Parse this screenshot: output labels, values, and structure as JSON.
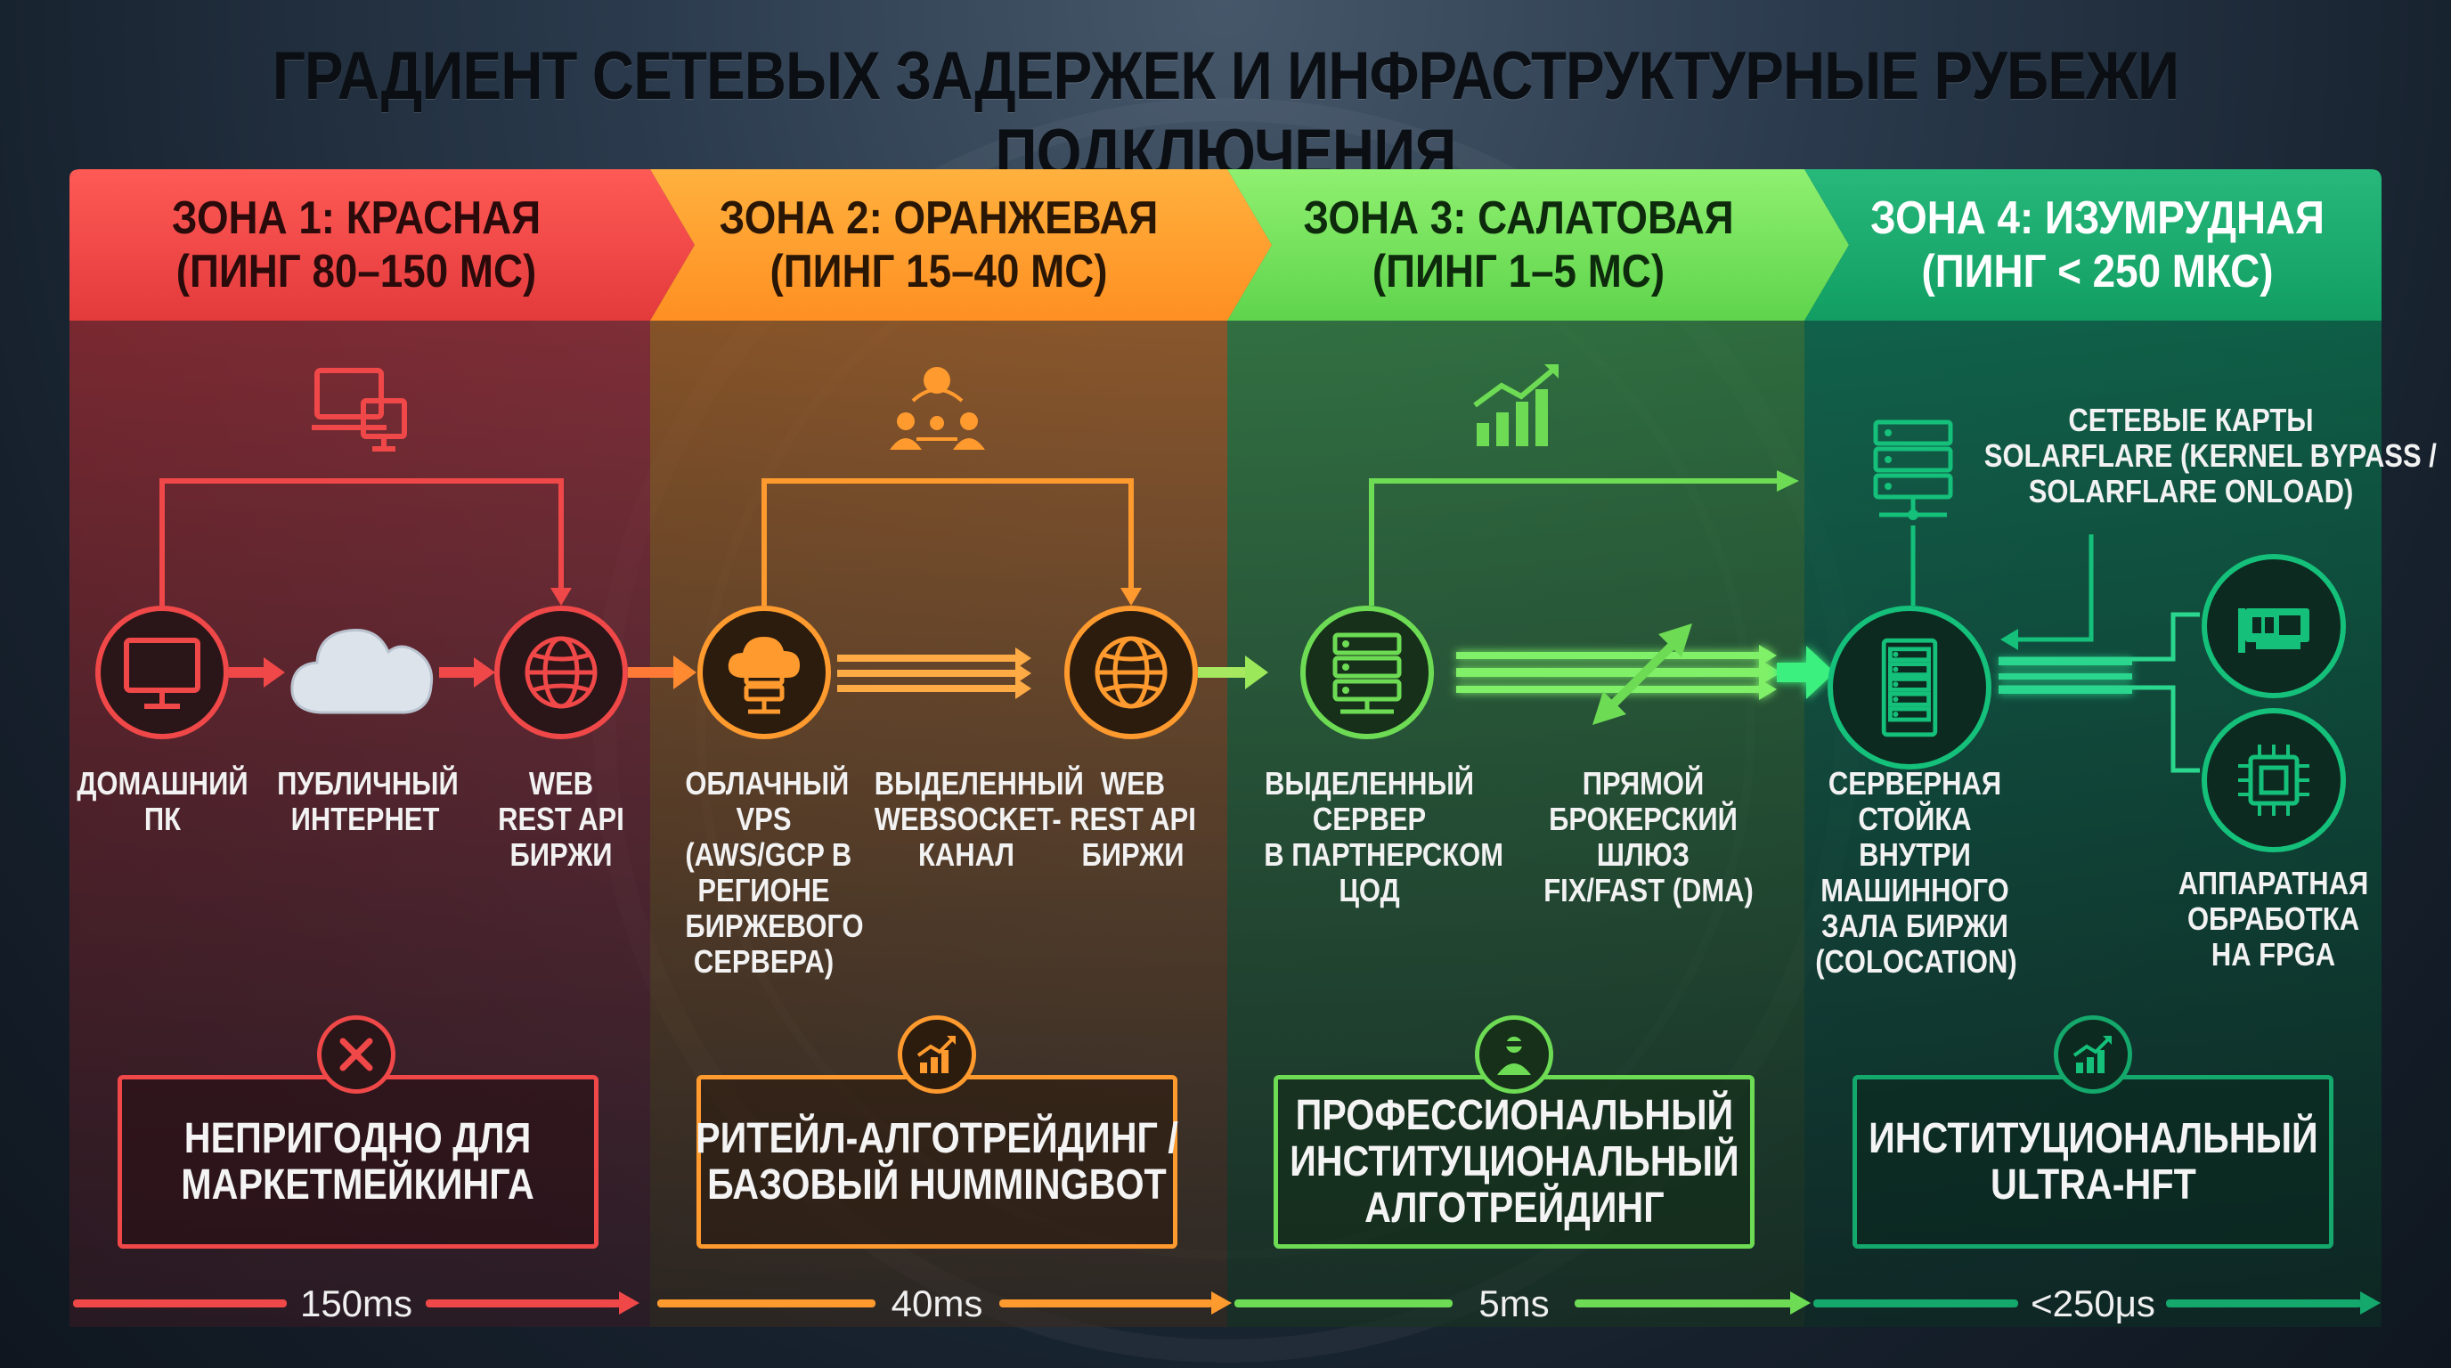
{
  "title": "ГРАДИЕНТ СЕТЕВЫХ ЗАДЕРЖЕК И ИНФРАСТРУКТУРНЫЕ РУБЕЖИ ПОДКЛЮЧЕНИЯ",
  "colors": {
    "red": "#f04848",
    "orange": "#ff9a2e",
    "lime": "#6ddc54",
    "emerald": "#14a86c"
  },
  "zones": [
    {
      "id": "zone-1",
      "title_line1": "ЗОНА 1: КРАСНАЯ",
      "title_line2": "(ПИНГ 80–150 МС)",
      "top_icon": "monitor-devices-icon",
      "nodes": [
        {
          "icon": "desktop-monitor-icon",
          "label_lines": [
            "ДОМАШНИЙ",
            "ПК"
          ]
        },
        {
          "icon": "cloud-icon",
          "label_lines": [
            "ПУБЛИЧНЫЙ",
            "ИНТЕРНЕТ"
          ]
        },
        {
          "icon": "globe-icon",
          "label_lines": [
            "WEB",
            "REST API",
            "БИРЖИ"
          ]
        }
      ],
      "badge_icon": "x-mark-icon",
      "verdict_lines": [
        "НЕПРИГОДНО ДЛЯ",
        "МАРКЕТМЕЙКИНГА"
      ],
      "scale_label": "150ms"
    },
    {
      "id": "zone-2",
      "title_line1": "ЗОНА 2: ОРАНЖЕВАЯ",
      "title_line2": "(ПИНГ 15–40 МС)",
      "top_icon": "team-network-icon",
      "nodes": [
        {
          "icon": "cloud-server-icon",
          "label_lines": [
            "ОБЛАЧНЫЙ",
            "VPS",
            "(AWS/GCP В",
            "РЕГИОНЕ",
            "БИРЖЕВОГО",
            "СЕРВЕРА)"
          ]
        },
        {
          "icon": "websocket-arrows",
          "label_lines": [
            "ВЫДЕЛЕННЫЙ",
            "WEBSOCKET-",
            "КАНАЛ"
          ]
        },
        {
          "icon": "globe-icon",
          "label_lines": [
            "WEB",
            "REST API",
            "БИРЖИ"
          ]
        }
      ],
      "badge_icon": "growth-chart-icon",
      "verdict_lines": [
        "РИТЕЙЛ-АЛГОТРЕЙДИНГ /",
        "БАЗОВЫЙ HUMMINGBOT"
      ],
      "scale_label": "40ms"
    },
    {
      "id": "zone-3",
      "title_line1": "ЗОНА 3: САЛАТОВАЯ",
      "title_line2": "(ПИНГ 1–5 МС)",
      "top_icon": "growth-chart-icon",
      "nodes": [
        {
          "icon": "server-rack-icon",
          "label_lines": [
            "ВЫДЕЛЕННЫЙ",
            "СЕРВЕР",
            "В ПАРТНЕРСКОМ",
            "ЦОД"
          ]
        },
        {
          "icon": "double-arrow-icon",
          "label_lines": [
            "ПРЯМОЙ",
            "БРОКЕРСКИЙ",
            "ШЛЮЗ",
            "FIX/FAST (DMA)"
          ]
        }
      ],
      "badge_icon": "trader-icon",
      "verdict_lines": [
        "ПРОФЕССИОНАЛЬНЫЙ",
        "ИНСТИТУЦИОНАЛЬНЫЙ",
        "АЛГОТРЕЙДИНГ"
      ],
      "scale_label": "5ms"
    },
    {
      "id": "zone-4",
      "title_line1": "ЗОНА 4: ИЗУМРУДНАЯ",
      "title_line2": "(ПИНГ < 250 МКС)",
      "top_icon": "server-network-icon",
      "top_note_lines": [
        "СЕТЕВЫЕ КАРТЫ",
        "SOLARFLARE (KERNEL BYPASS /",
        "SOLARFLARE ONLOAD)"
      ],
      "nodes": [
        {
          "icon": "colocation-rack-icon",
          "label_lines": [
            "СЕРВЕРНАЯ",
            "СТОЙКА",
            "ВНУТРИ",
            "МАШИННОГО",
            "ЗАЛА БИРЖИ",
            "(COLOCATION)"
          ]
        },
        {
          "icon": "network-card-icon",
          "label_lines": []
        },
        {
          "icon": "fpga-chip-icon",
          "label_lines": [
            "АППАРАТНАЯ",
            "ОБРАБОТКА",
            "НА FPGA"
          ]
        }
      ],
      "badge_icon": "growth-chart-icon",
      "verdict_lines": [
        "ИНСТИТУЦИОНАЛЬНЫЙ",
        "ULTRA-HFT"
      ],
      "scale_label": "<250μs"
    }
  ]
}
